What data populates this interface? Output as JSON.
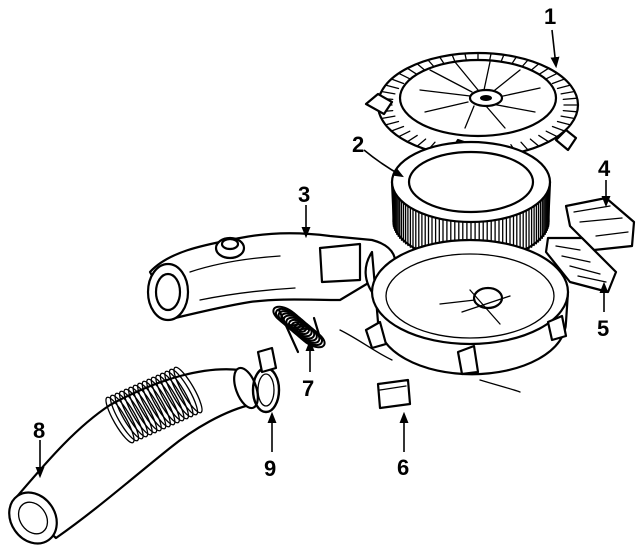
{
  "callouts": [
    {
      "id": "1",
      "label": "1",
      "part": "air-cleaner-cover"
    },
    {
      "id": "2",
      "label": "2",
      "part": "air-filter-element"
    },
    {
      "id": "3",
      "label": "3",
      "part": "intake-duct"
    },
    {
      "id": "4",
      "label": "4",
      "part": "housing-bracket"
    },
    {
      "id": "5",
      "label": "5",
      "part": "housing-pad"
    },
    {
      "id": "6",
      "label": "6",
      "part": "rubber-pad"
    },
    {
      "id": "7",
      "label": "7",
      "part": "breather-hose"
    },
    {
      "id": "8",
      "label": "8",
      "part": "outlet-hose"
    },
    {
      "id": "9",
      "label": "9",
      "part": "hose-clamp"
    }
  ]
}
